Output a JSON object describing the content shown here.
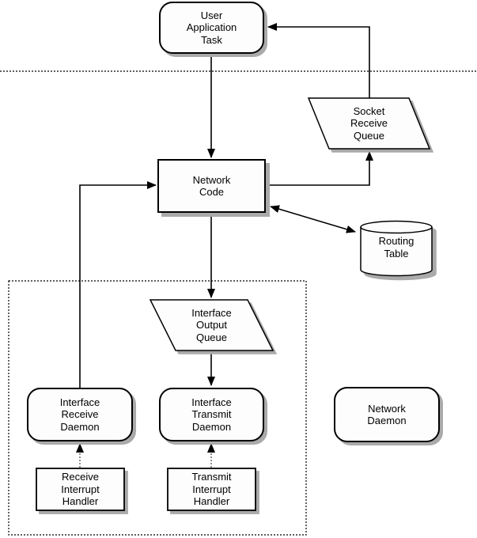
{
  "diagram": {
    "description": "Network input/output architecture flow diagram",
    "colors": {
      "stroke": "#000000",
      "node_fill": "#fdfdfd",
      "shadow": "#aaaaaa",
      "text": "#000000",
      "background": "#ffffff"
    },
    "nodes": {
      "user_application_task": {
        "label": "User\nApplication\nTask",
        "shape": "rounded-rect"
      },
      "socket_receive_queue": {
        "label": "Socket\nReceive\nQueue",
        "shape": "parallelogram"
      },
      "network_code": {
        "label": "Network\nCode",
        "shape": "rect"
      },
      "routing_table": {
        "label": "Routing\nTable",
        "shape": "cylinder"
      },
      "interface_output_queue": {
        "label": "Interface\nOutput\nQueue",
        "shape": "parallelogram"
      },
      "interface_receive_daemon": {
        "label": "Interface\nReceive\nDaemon",
        "shape": "rounded-rect"
      },
      "interface_transmit_daemon": {
        "label": "Interface\nTransmit\nDaemon",
        "shape": "rounded-rect"
      },
      "network_daemon": {
        "label": "Network\nDaemon",
        "shape": "rounded-rect"
      },
      "receive_interrupt_handler": {
        "label": "Receive\nInterrupt\nHandler",
        "shape": "rect"
      },
      "transmit_interrupt_handler": {
        "label": "Transmit\nInterrupt\nHandler",
        "shape": "rect"
      }
    },
    "edges": [
      {
        "from": "user_application_task",
        "to": "network_code",
        "style": "solid",
        "arrow": "end"
      },
      {
        "from": "socket_receive_queue",
        "to": "user_application_task",
        "style": "solid",
        "arrow": "end"
      },
      {
        "from": "network_code",
        "to": "socket_receive_queue",
        "style": "solid",
        "arrow": "end"
      },
      {
        "from": "interface_receive_daemon",
        "to": "network_code",
        "style": "solid",
        "arrow": "end"
      },
      {
        "from": "network_code",
        "to": "interface_output_queue",
        "style": "solid",
        "arrow": "end"
      },
      {
        "from": "interface_output_queue",
        "to": "interface_transmit_daemon",
        "style": "solid",
        "arrow": "end"
      },
      {
        "from": "network_code",
        "to": "routing_table",
        "style": "solid",
        "arrow": "both"
      },
      {
        "from": "receive_interrupt_handler",
        "to": "interface_receive_daemon",
        "style": "dotted",
        "arrow": "end"
      },
      {
        "from": "transmit_interrupt_handler",
        "to": "interface_transmit_daemon",
        "style": "dotted",
        "arrow": "end"
      }
    ],
    "boundaries": [
      {
        "name": "user_kernel_boundary",
        "style": "dotted-horizontal-line"
      },
      {
        "name": "driver_region",
        "style": "dotted-rectangle"
      }
    ]
  }
}
